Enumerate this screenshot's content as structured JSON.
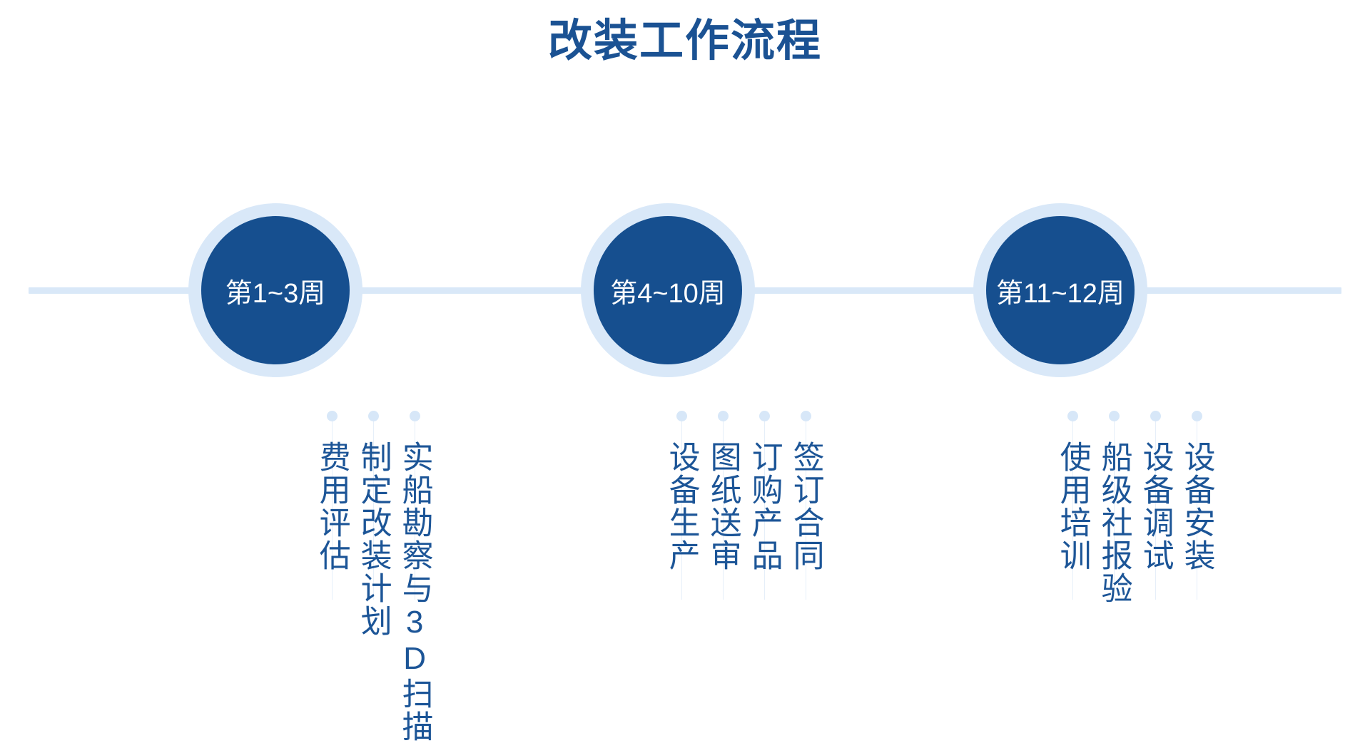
{
  "title": "改装工作流程",
  "colors": {
    "accent_dark": "#164f8f",
    "accent_text": "#1c5597",
    "accent_light": "#d9e8f8",
    "dot": "#d7e7f8",
    "background": "#ffffff",
    "node_label": "#ffffff"
  },
  "axis": {
    "orientation": "horizontal",
    "color": "#d9e8f8"
  },
  "stages": [
    {
      "id": "stage-1",
      "node_label": "第1~3周",
      "tasks": [
        {
          "label": "实船勘察与3D扫描"
        },
        {
          "label": "制定改装计划"
        },
        {
          "label": "费用评估"
        }
      ]
    },
    {
      "id": "stage-2",
      "node_label": "第4~10周",
      "tasks": [
        {
          "label": "签订合同"
        },
        {
          "label": "订购产品"
        },
        {
          "label": "图纸送审"
        },
        {
          "label": "设备生产"
        }
      ]
    },
    {
      "id": "stage-3",
      "node_label": "第11~12周",
      "tasks": [
        {
          "label": "设备安装"
        },
        {
          "label": "设备调试"
        },
        {
          "label": "船级社报验"
        },
        {
          "label": "使用培训"
        }
      ]
    }
  ]
}
